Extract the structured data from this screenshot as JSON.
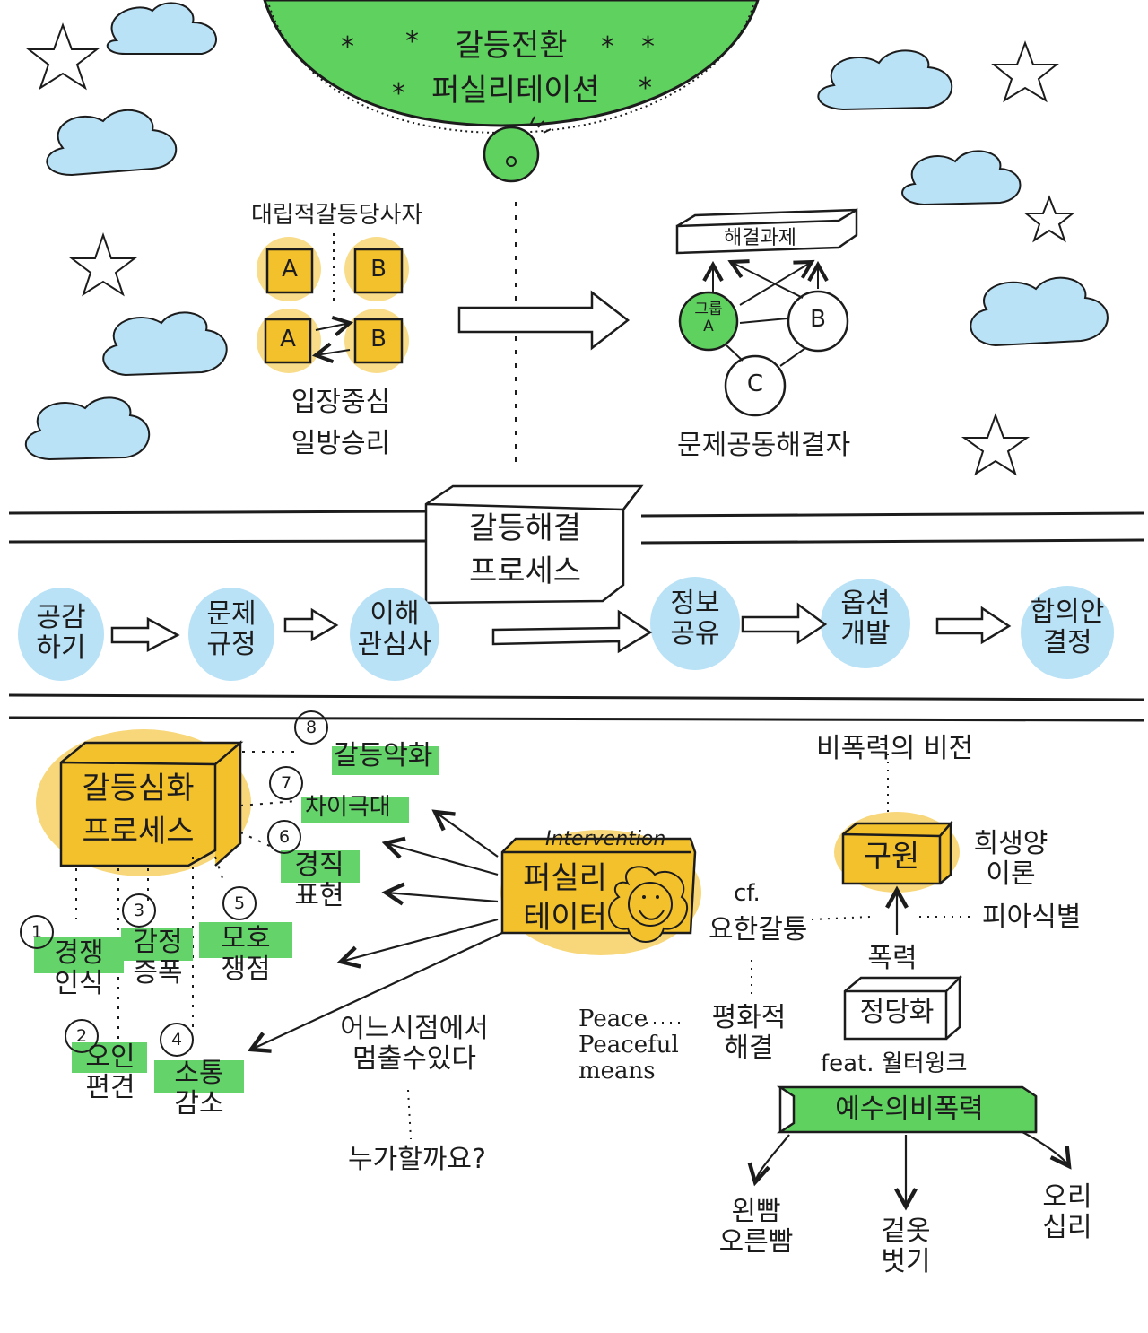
{
  "title": {
    "line1": "갈등전환",
    "line2": "퍼실리테이션"
  },
  "top_left": {
    "heading": "대립적갈등당사자",
    "party_a": "A",
    "party_b": "B",
    "caption_line1": "입장중심",
    "caption_line2": "일방승리"
  },
  "top_right": {
    "task_box": "해결과제",
    "node_a_line1": "그룹",
    "node_a_line2": "A",
    "node_b": "B",
    "node_c": "C",
    "caption": "문제공동해결자"
  },
  "middle": {
    "process_box_line1": "갈등해결",
    "process_box_line2": "프로세스",
    "steps": [
      {
        "line1": "공감",
        "line2": "하기"
      },
      {
        "line1": "문제",
        "line2": "규정"
      },
      {
        "line1": "이해",
        "line2": "관심사"
      },
      {
        "line1": "정보",
        "line2": "공유"
      },
      {
        "line1": "옵션",
        "line2": "개발"
      },
      {
        "line1": "합의안",
        "line2": "결정"
      }
    ]
  },
  "bottom_left": {
    "box_line1": "갈등심화",
    "box_line2": "프로세스",
    "steps": [
      {
        "num": "1",
        "line1": "경쟁",
        "line2": "인식"
      },
      {
        "num": "2",
        "line1": "오인",
        "line2": "편견"
      },
      {
        "num": "3",
        "line1": "감정",
        "line2": "증폭"
      },
      {
        "num": "4",
        "line1": "소통",
        "line2": "감소"
      },
      {
        "num": "5",
        "line1": "모호",
        "line2": "쟁점"
      },
      {
        "num": "6",
        "line1": "경직",
        "line2": "표현"
      },
      {
        "num": "7",
        "line1": "차이극대",
        "line2": ""
      },
      {
        "num": "8",
        "line1": "갈등악화",
        "line2": ""
      }
    ]
  },
  "facilitator": {
    "intervention": "Intervention",
    "line1": "퍼실리",
    "line2": "테이터",
    "stop_line1": "어느시점에서",
    "stop_line2": "멈출수있다",
    "who": "누가할까요?",
    "peace_line1": "Peace",
    "peace_line2": "Peaceful",
    "peace_line3": "means"
  },
  "bottom_right": {
    "vision": "비폭력의 비전",
    "salvation": "구원",
    "scapegoat_line1": "희생양",
    "scapegoat_line2": "이론",
    "cf": "cf.",
    "johan": "요한갈퉁",
    "enemy": "피아식별",
    "peaceful_line1": "평화적",
    "peaceful_line2": "해결",
    "violence": "폭력",
    "justify": "정당화",
    "feat": "feat. 월터윙크",
    "jesus": "예수의비폭력",
    "cheek_line1": "왼빰",
    "cheek_line2": "오른빰",
    "coat_line1": "겉옷",
    "coat_line2": "벗기",
    "mile_line1": "오리",
    "mile_line2": "십리"
  }
}
